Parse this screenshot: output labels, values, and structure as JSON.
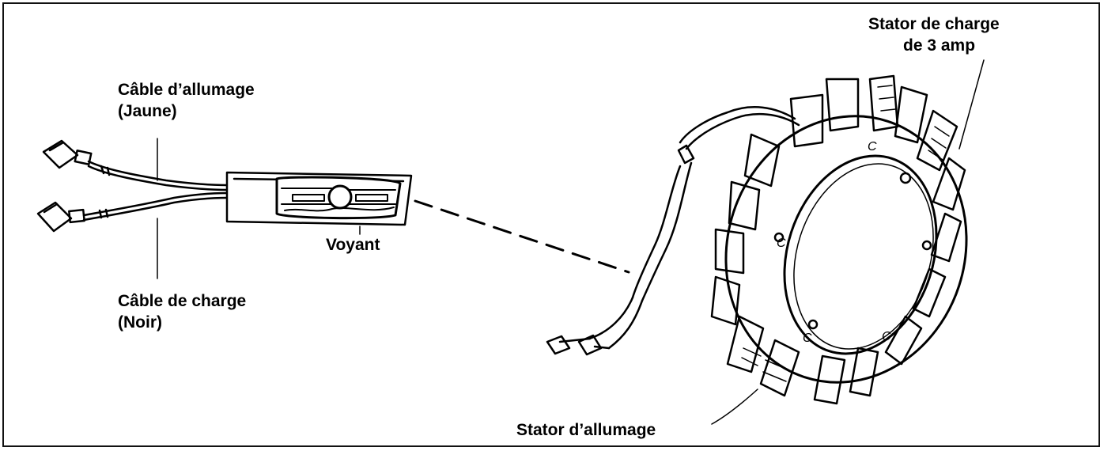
{
  "labels": {
    "ignition_wire": [
      "Câble d’allumage",
      "(Jaune)"
    ],
    "charge_wire": [
      "Câble de charge",
      "(Noir)"
    ],
    "indicator": "Voyant",
    "charge_stator": [
      "Stator de charge",
      "de 3 amp"
    ],
    "ignition_stator": "Stator d’allumage"
  }
}
